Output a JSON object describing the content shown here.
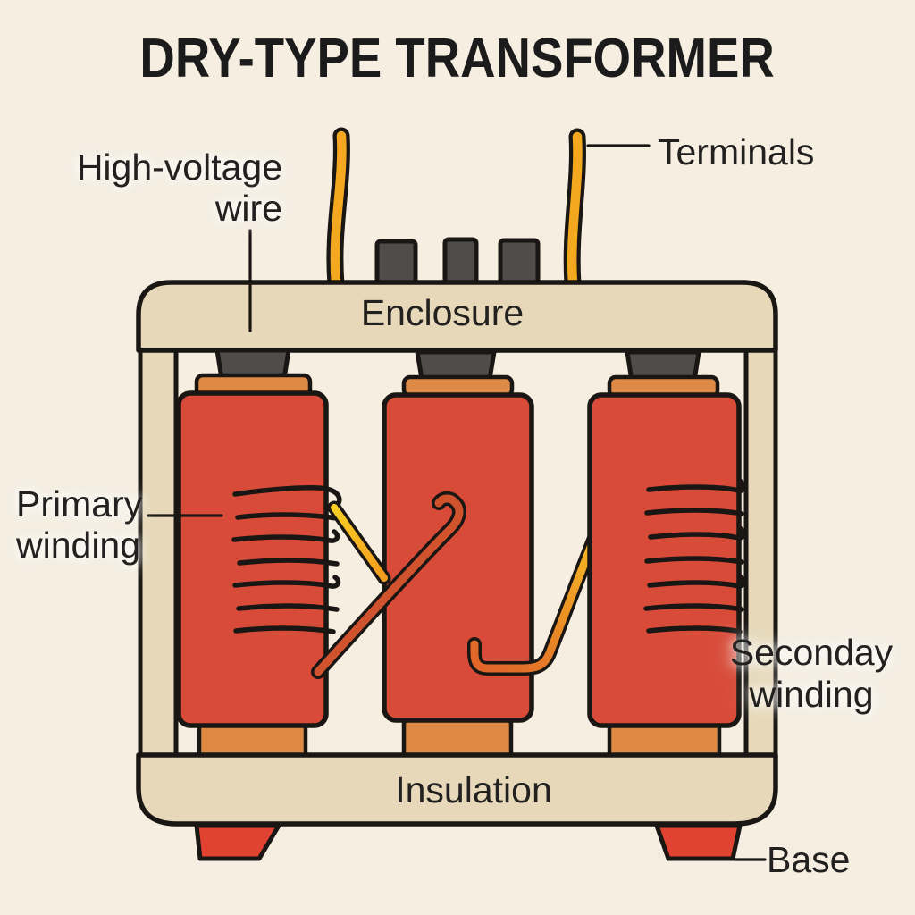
{
  "title": "DRY-TYPE TRANSFORMER",
  "labels": {
    "high_voltage_wire": "High-voltage\nwire",
    "terminals": "Terminals",
    "enclosure": "Enclosure",
    "primary_winding": "Primary\nwinding",
    "secondary_winding": "Seconday\nwinding",
    "insulation": "Insulation",
    "base": "Base"
  },
  "colors": {
    "background": "#f5eee1",
    "panel": "#e6d8b8",
    "coil": "#d84b39",
    "collar": "#de8a45",
    "core_cap": "#4e4d4b",
    "wire_yellow": "#f3a81f",
    "wire_orange": "#d0532e",
    "outline": "#191613",
    "label_text": "#222120",
    "title_text": "#1b1b1b",
    "foot": "#e04331"
  }
}
